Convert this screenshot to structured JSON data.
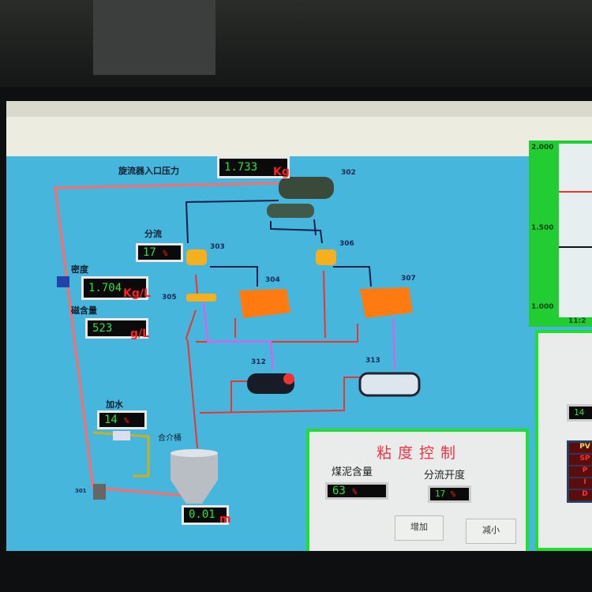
{
  "process": {
    "cyclone_pressure": {
      "label": "旋流器入口压力",
      "value": "1.733",
      "unit": "Kg"
    },
    "split": {
      "label": "分流",
      "value": "17",
      "unit": "%"
    },
    "density": {
      "label": "密度",
      "value": "1.704",
      "unit": "Kg/L"
    },
    "magnetic": {
      "label": "磁含量",
      "value": "523",
      "unit": "g/L"
    },
    "water": {
      "label": "加水",
      "value": "14",
      "unit": "%"
    },
    "tank": {
      "label": "合介桶",
      "value": "0.01",
      "unit": "m"
    },
    "equipment": [
      "302",
      "303",
      "304",
      "305",
      "306",
      "307",
      "312",
      "313",
      "301"
    ]
  },
  "viscosity_panel": {
    "title": "粘度控制",
    "slime_label": "煤泥含量",
    "slime_value": "63",
    "slime_unit": "%",
    "split_label": "分流开度",
    "split_value": "17",
    "split_unit": "%",
    "increase": "增加",
    "decrease": "减小"
  },
  "trend": {
    "y_ticks": [
      "2.000",
      "1.500",
      "1.000"
    ],
    "x_label": "11:2"
  },
  "pid_panel": {
    "value": "14",
    "rows": [
      "PV",
      "SP",
      "P",
      "I",
      "D"
    ]
  },
  "colors": {
    "display_text": "#2fe03a",
    "unit": "#ff2020",
    "panel_border": "#22dd33",
    "background": "#47b6dc"
  }
}
